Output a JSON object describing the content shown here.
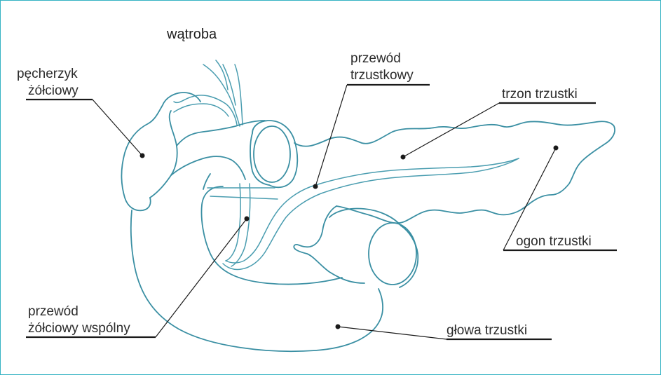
{
  "diagram": {
    "title": "wątroba",
    "labels": {
      "gallbladder_line1": "pęcherzyk",
      "gallbladder_line2": "żółciowy",
      "pancreatic_duct_line1": "przewód",
      "pancreatic_duct_line2": "trzustkowy",
      "body": "trzon trzustki",
      "tail": "ogon trzustki",
      "common_bile_duct_line1": "przewód",
      "common_bile_duct_line2": "żółciowy wspólny",
      "head": "głowa trzustki"
    },
    "colors": {
      "frame": "#35b3c3",
      "organ_outline": "#3a8fa3",
      "leader_line": "#1a1a1a",
      "text": "#2b2b2b"
    }
  }
}
